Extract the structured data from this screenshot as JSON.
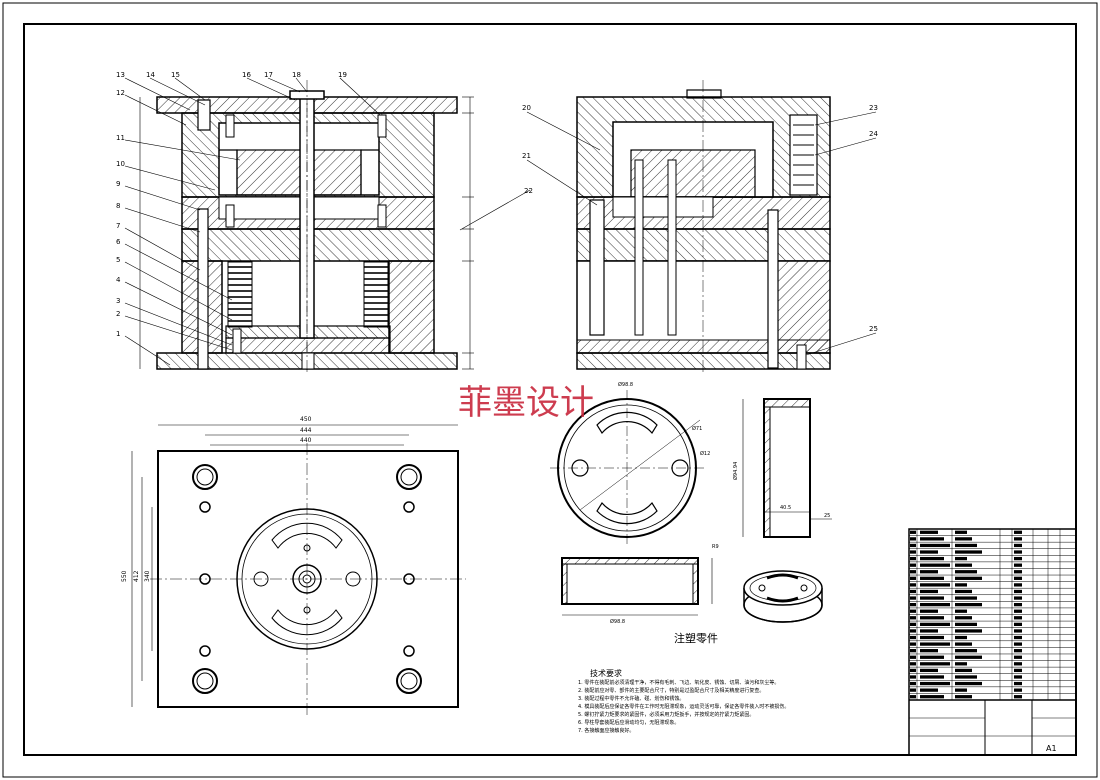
{
  "watermark": "菲墨设计",
  "part_caption": "注塑零件",
  "tech_requirements": {
    "heading": "技术要求",
    "items": [
      "1. 零件在装配前必须清理干净，不得有毛刺、飞边、氧化皮、锈蚀、切屑、油污和灰尘等。",
      "2. 装配前应对零、部件的主要配合尺寸，特别是过盈配合尺寸及相关精度进行复查。",
      "3. 装配过程中零件不允许磕、碰、划伤和锈蚀。",
      "4. 模具装配后应保证各零件在工作时无阻滞现象，运动灵活可靠，保证各零件装入时不被损伤。",
      "5. 螺钉拧紧力矩要求的紧固件，必须采用力矩扳手，并按规定的拧紧力矩紧固。",
      "6. 导柱导套装配后应滑动均匀，无阻滞现象。",
      "7. 各接触面应接触良好。"
    ]
  },
  "balloons_left": [
    "13",
    "14",
    "15",
    "16",
    "17",
    "18",
    "19",
    "12",
    "11",
    "10",
    "9",
    "8",
    "7",
    "6",
    "5",
    "4",
    "3",
    "2",
    "1"
  ],
  "balloons_right": [
    "20",
    "21",
    "22",
    "23",
    "24",
    "25"
  ],
  "plan_dims": {
    "top1": "450",
    "top2": "444",
    "top3": "440",
    "left1": "550",
    "left2": "412",
    "left3": "340"
  },
  "part_dims": {
    "d1": "Ø98.8",
    "d2": "Ø71",
    "d3": "Ø12",
    "d4": "40.5",
    "d5": "25",
    "d6": "Ø94.94",
    "d7": "R9",
    "d8": "Ø98.8"
  },
  "title_block": {
    "sheet_code": "A1"
  }
}
